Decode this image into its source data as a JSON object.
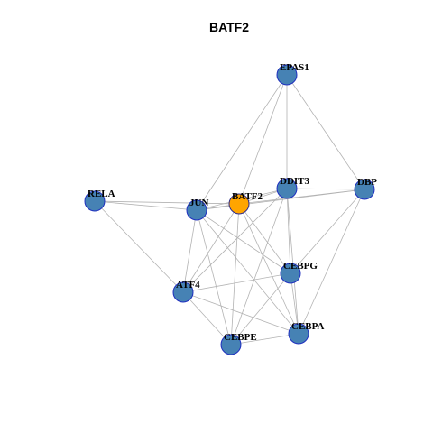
{
  "title": "BATF2",
  "colors": {
    "node_fill": "#4682B4",
    "node_stroke": "#1f2fbf",
    "focus_fill": "#FFA500",
    "focus_stroke": "#2a2a8f",
    "edge": "#b3b3b3"
  },
  "network": {
    "focus": "BATF2",
    "nodes": [
      "EPAS1",
      "RELA",
      "JUN",
      "BATF2",
      "DDIT3",
      "DBP",
      "CEBPG",
      "ATF4",
      "CEBPA",
      "CEBPE"
    ],
    "edges": [
      [
        "EPAS1",
        "JUN"
      ],
      [
        "EPAS1",
        "BATF2"
      ],
      [
        "EPAS1",
        "DDIT3"
      ],
      [
        "EPAS1",
        "DBP"
      ],
      [
        "RELA",
        "JUN"
      ],
      [
        "RELA",
        "BATF2"
      ],
      [
        "RELA",
        "ATF4"
      ],
      [
        "JUN",
        "BATF2"
      ],
      [
        "JUN",
        "DDIT3"
      ],
      [
        "JUN",
        "DBP"
      ],
      [
        "JUN",
        "ATF4"
      ],
      [
        "JUN",
        "CEBPG"
      ],
      [
        "JUN",
        "CEBPE"
      ],
      [
        "JUN",
        "CEBPA"
      ],
      [
        "BATF2",
        "DDIT3"
      ],
      [
        "BATF2",
        "DBP"
      ],
      [
        "BATF2",
        "ATF4"
      ],
      [
        "BATF2",
        "CEBPE"
      ],
      [
        "BATF2",
        "CEBPA"
      ],
      [
        "BATF2",
        "CEBPG"
      ],
      [
        "DDIT3",
        "DBP"
      ],
      [
        "DDIT3",
        "CEBPG"
      ],
      [
        "DDIT3",
        "ATF4"
      ],
      [
        "DDIT3",
        "CEBPE"
      ],
      [
        "DDIT3",
        "CEBPA"
      ],
      [
        "DBP",
        "CEBPG"
      ],
      [
        "DBP",
        "CEBPA"
      ],
      [
        "CEBPG",
        "ATF4"
      ],
      [
        "CEBPG",
        "CEBPE"
      ],
      [
        "CEBPG",
        "CEBPA"
      ],
      [
        "ATF4",
        "CEBPE"
      ],
      [
        "ATF4",
        "CEBPA"
      ],
      [
        "CEBPE",
        "CEBPA"
      ]
    ]
  }
}
